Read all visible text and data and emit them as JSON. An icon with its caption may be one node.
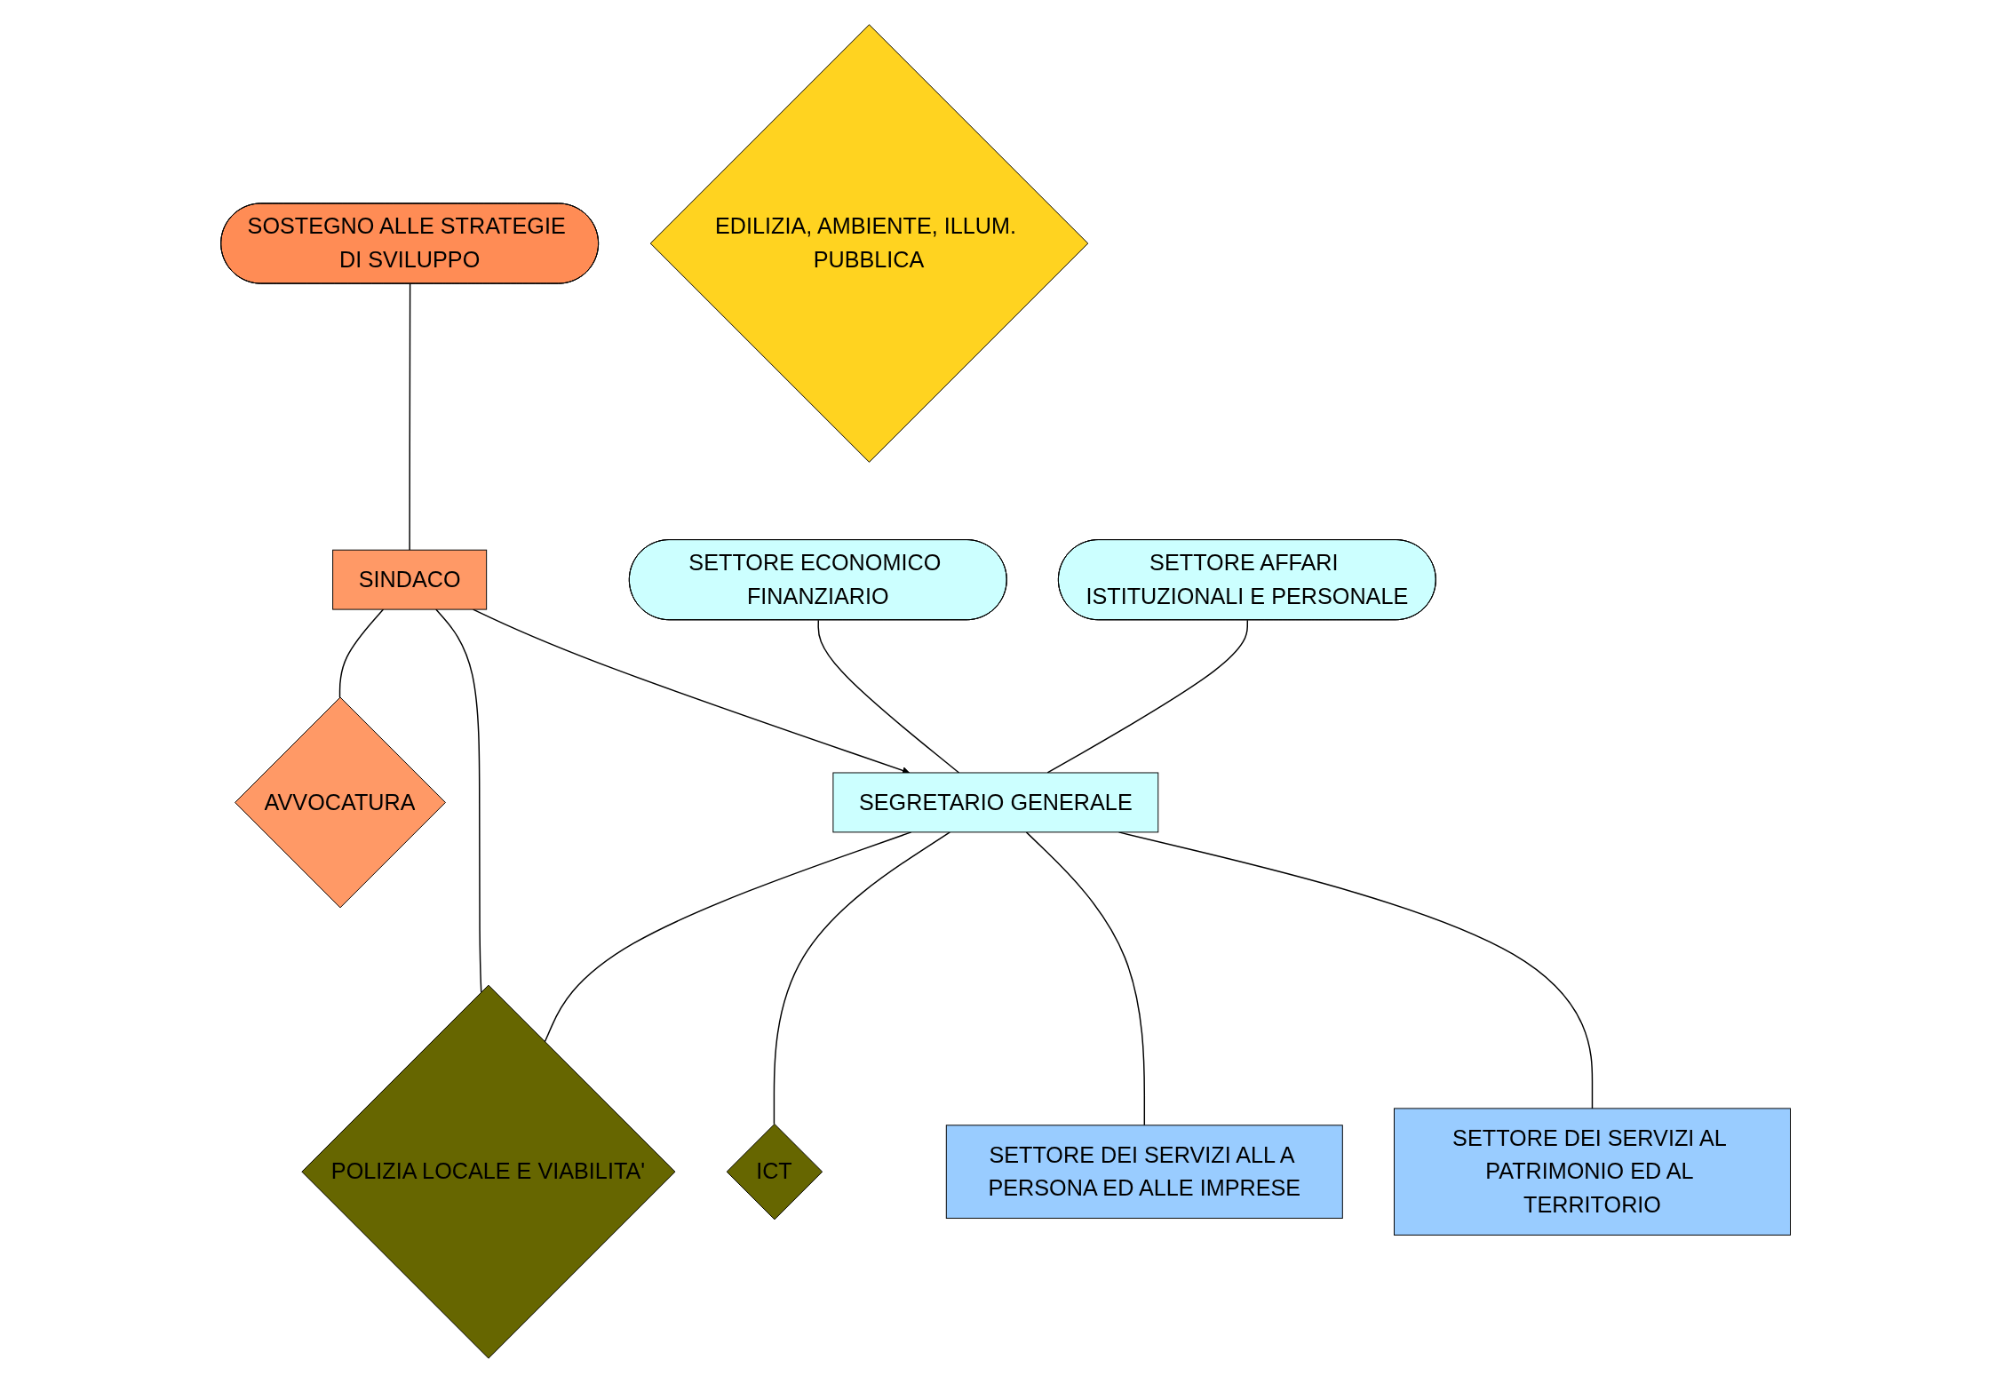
{
  "diagram": {
    "nodes": [
      {
        "text": [
          "SOSTEGNO ALLE STRATEGIE DI SVILUPPO"
        ]
      },
      {
        "text": [
          "SINDACO"
        ]
      },
      {
        "text": [
          "AVVOCATURA"
        ]
      },
      {
        "text": [
          "SETTORE ECONOMICO FINANZIARIO"
        ]
      },
      {
        "text": [
          "SEGRETARIO GENERALE"
        ]
      },
      {
        "text": [
          "POLIZIA LOCALE E VIABILITA'"
        ]
      },
      {
        "text": [
          "SETTORE AFFARI ISTITUZIONALI E PERSONALE"
        ]
      },
      {
        "text": [
          "ICT"
        ]
      },
      {
        "text": [
          "SETTORE DEI SERVIZI ALL A PERSONA ED ALLE IMPRESE"
        ]
      },
      {
        "text": [
          "SETTORE DEI SERVIZI AL PATRIMONIO ED AL TERRITORIO"
        ]
      },
      {
        "text": [
          "EDILIZIA, AMBIENTE, ILLUM. PUBBLICA"
        ]
      }
    ],
    "edges": [
      {
        "from": 0,
        "to": 1,
        "arrow": "none"
      },
      {
        "from": 1,
        "to": 2,
        "arrow": "none"
      },
      {
        "from": 1,
        "to": 5,
        "arrow": "none"
      },
      {
        "from": 1,
        "to": 4,
        "arrow": "to"
      },
      {
        "from": 3,
        "to": 4,
        "arrow": "none"
      },
      {
        "from": 6,
        "to": 4,
        "arrow": "none"
      },
      {
        "from": 4,
        "to": 5,
        "arrow": "none"
      },
      {
        "from": 4,
        "to": 7,
        "arrow": "none"
      },
      {
        "from": 4,
        "to": 8,
        "arrow": "none"
      },
      {
        "from": 4,
        "to": 9,
        "arrow": "none"
      }
    ]
  }
}
